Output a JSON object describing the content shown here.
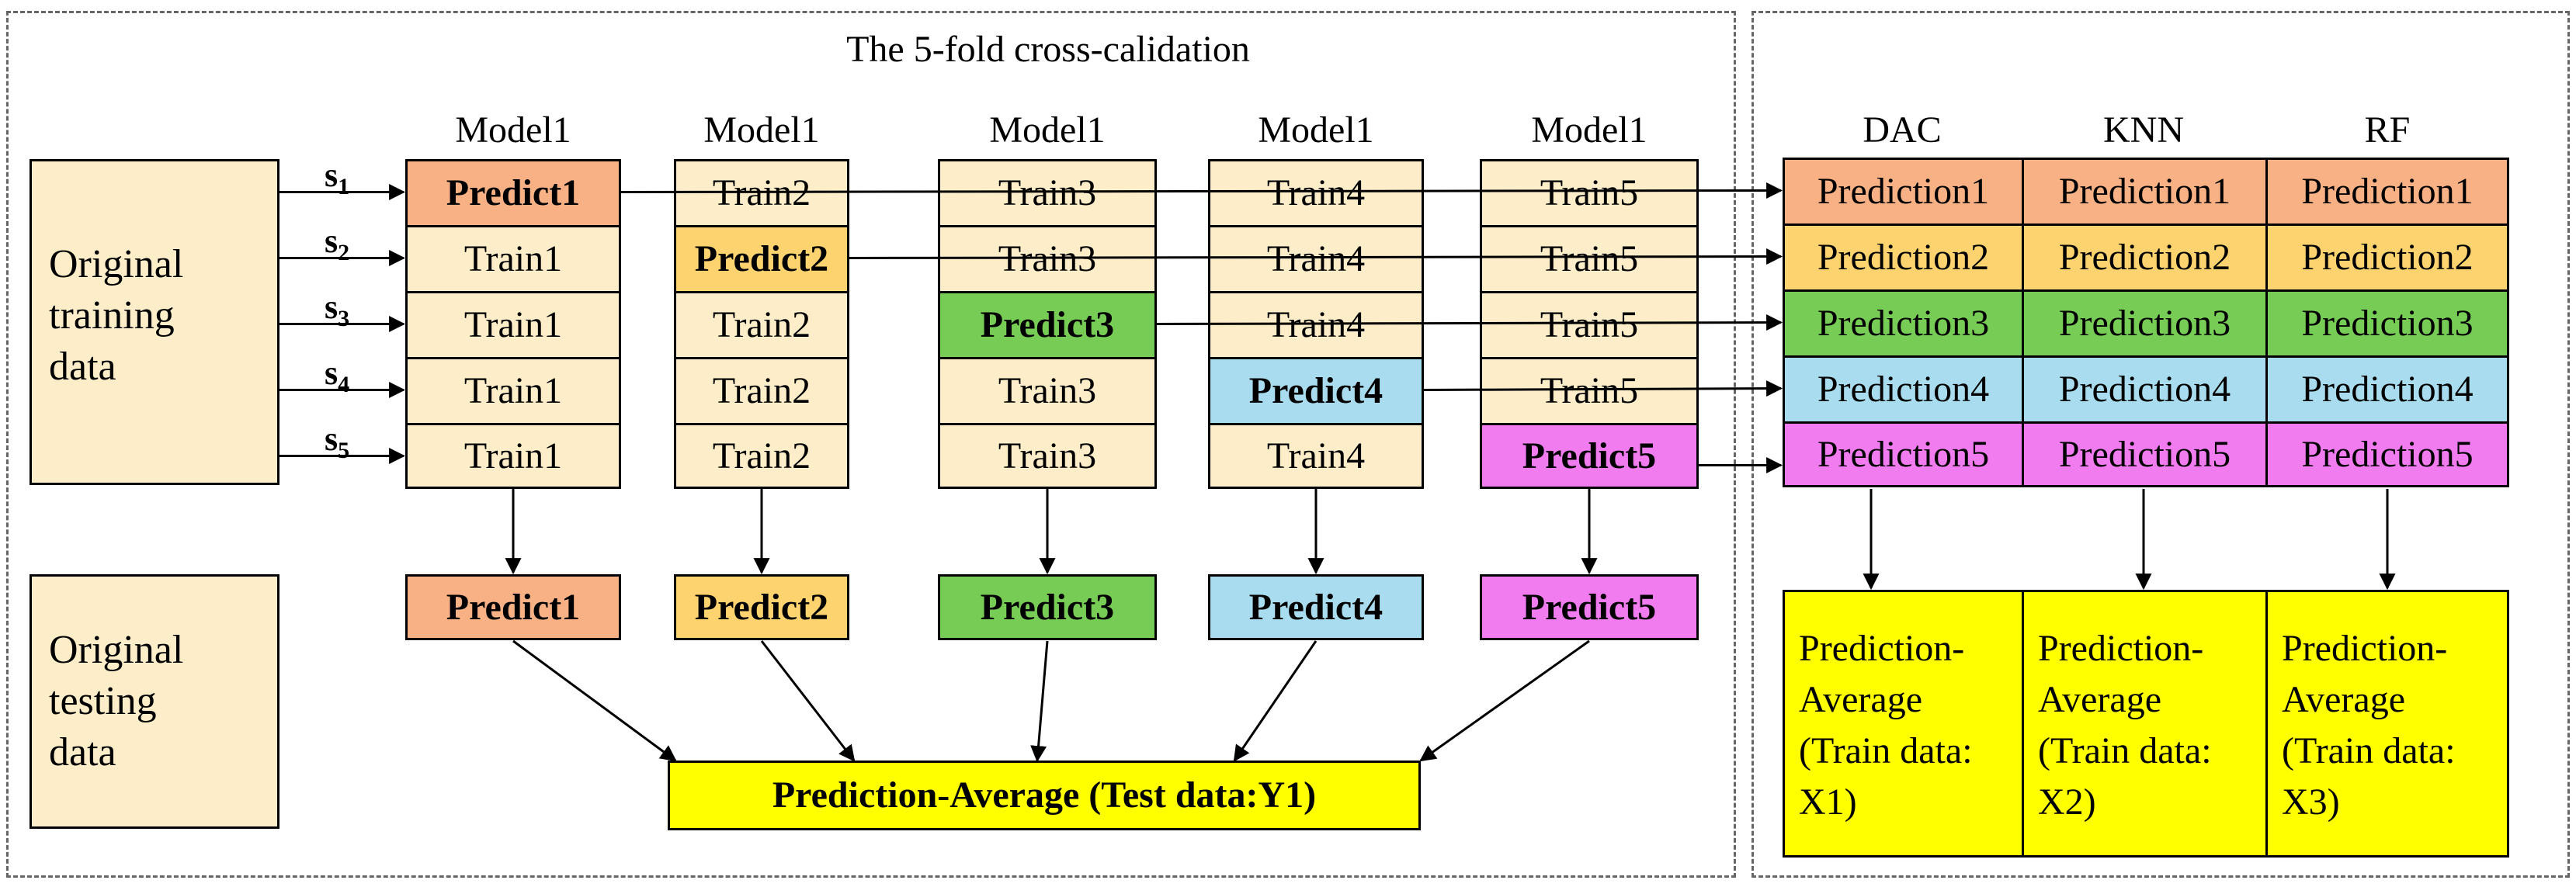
{
  "left_title": "The 5-fold cross-calidation",
  "original_training": [
    "Original",
    "training",
    "data"
  ],
  "original_testing": [
    "Original",
    "testing",
    "data"
  ],
  "splits": [
    {
      "s": "s",
      "sub": "1"
    },
    {
      "s": "s",
      "sub": "2"
    },
    {
      "s": "s",
      "sub": "3"
    },
    {
      "s": "s",
      "sub": "4"
    },
    {
      "s": "s",
      "sub": "5"
    }
  ],
  "folds": [
    {
      "header": "Model1",
      "cells": [
        "Predict1",
        "Train1",
        "Train1",
        "Train1",
        "Train1"
      ],
      "result": "Predict1"
    },
    {
      "header": "Model1",
      "cells": [
        "Train2",
        "Predict2",
        "Train2",
        "Train2",
        "Train2"
      ],
      "result": "Predict2"
    },
    {
      "header": "Model1",
      "cells": [
        "Train3",
        "Train3",
        "Predict3",
        "Train3",
        "Train3"
      ],
      "result": "Predict3"
    },
    {
      "header": "Model1",
      "cells": [
        "Train4",
        "Train4",
        "Train4",
        "Predict4",
        "Train4"
      ],
      "result": "Predict4"
    },
    {
      "header": "Model1",
      "cells": [
        "Train5",
        "Train5",
        "Train5",
        "Train5",
        "Predict5"
      ],
      "result": "Predict5"
    }
  ],
  "test_average": "Prediction-Average (Test data:Y1)",
  "models": [
    {
      "header": "DAC",
      "predictions": [
        "Prediction1",
        "Prediction2",
        "Prediction3",
        "Prediction4",
        "Prediction5"
      ],
      "average": [
        "Prediction-",
        "Average",
        "(Train data:",
        "X1)"
      ]
    },
    {
      "header": "KNN",
      "predictions": [
        "Prediction1",
        "Prediction2",
        "Prediction3",
        "Prediction4",
        "Prediction5"
      ],
      "average": [
        "Prediction-",
        "Average",
        "(Train data:",
        "X2)"
      ]
    },
    {
      "header": "RF",
      "predictions": [
        "Prediction1",
        "Prediction2",
        "Prediction3",
        "Prediction4",
        "Prediction5"
      ],
      "average": [
        "Prediction-",
        "Average",
        "(Train data:",
        "X3)"
      ]
    }
  ],
  "colors": {
    "train": "#fdeec9",
    "predict": [
      "#f7b185",
      "#fdd36f",
      "#77cc55",
      "#a8dcee",
      "#f07cf0"
    ],
    "average": "#ffff00"
  }
}
